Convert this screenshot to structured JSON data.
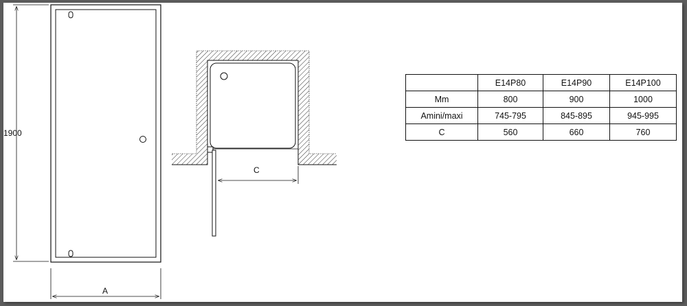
{
  "dimensions": {
    "height_label": "1900",
    "width_label": "A",
    "opening_label": "C"
  },
  "table": {
    "header": [
      "",
      "E14P80",
      "E14P90",
      "E14P100"
    ],
    "rows": [
      [
        "Mm",
        "800",
        "900",
        "1000"
      ],
      [
        "Amini/maxi",
        "745-795",
        "845-895",
        "945-995"
      ],
      [
        "C",
        "560",
        "660",
        "760"
      ]
    ]
  },
  "colors": {
    "background": "#5c5c5c",
    "sheet": "#ffffff",
    "line": "#111111"
  }
}
